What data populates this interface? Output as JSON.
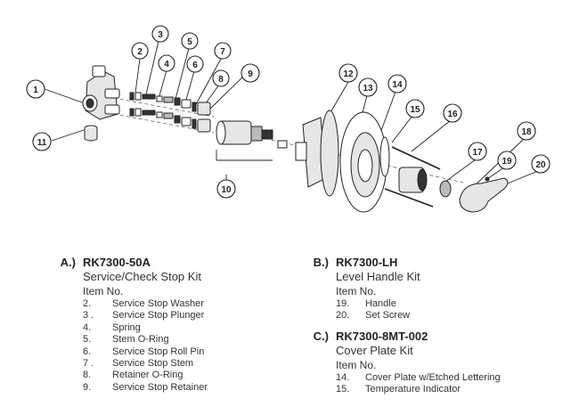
{
  "callouts": [
    "1",
    "2",
    "3",
    "4",
    "5",
    "6",
    "7",
    "8",
    "9",
    "10",
    "11",
    "12",
    "13",
    "14",
    "15",
    "16",
    "17",
    "18",
    "19",
    "20"
  ],
  "kits": [
    {
      "letter": "A.)",
      "code": "RK7300-50A",
      "title": "Service/Check Stop Kit",
      "item_header": "Item No.",
      "items": [
        {
          "num": "2.",
          "name": "Service Stop Washer"
        },
        {
          "num": "3 .",
          "name": "Service Stop Plunger"
        },
        {
          "num": "4.",
          "name": "Spring"
        },
        {
          "num": "5.",
          "name": "Stem O-Ring"
        },
        {
          "num": "6.",
          "name": "Service Stop Roll Pin"
        },
        {
          "num": "7 .",
          "name": "Service Stop Stem"
        },
        {
          "num": "8.",
          "name": "Retainer O-Ring"
        },
        {
          "num": "9.",
          "name": "Service Stop Retainer"
        }
      ]
    },
    {
      "letter": "B.)",
      "code": "RK7300-LH",
      "title": "Level Handle Kit",
      "item_header": "Item No.",
      "items": [
        {
          "num": "19.",
          "name": "Handle"
        },
        {
          "num": "20.",
          "name": "Set Screw"
        }
      ]
    },
    {
      "letter": "C.)",
      "code": "RK7300-8MT-002",
      "title": "Cover Plate Kit",
      "item_header": "Item No.",
      "items": [
        {
          "num": "14.",
          "name": "Cover Plate w/Etched Lettering"
        },
        {
          "num": "15.",
          "name": "Temperature Indicator"
        }
      ]
    }
  ]
}
